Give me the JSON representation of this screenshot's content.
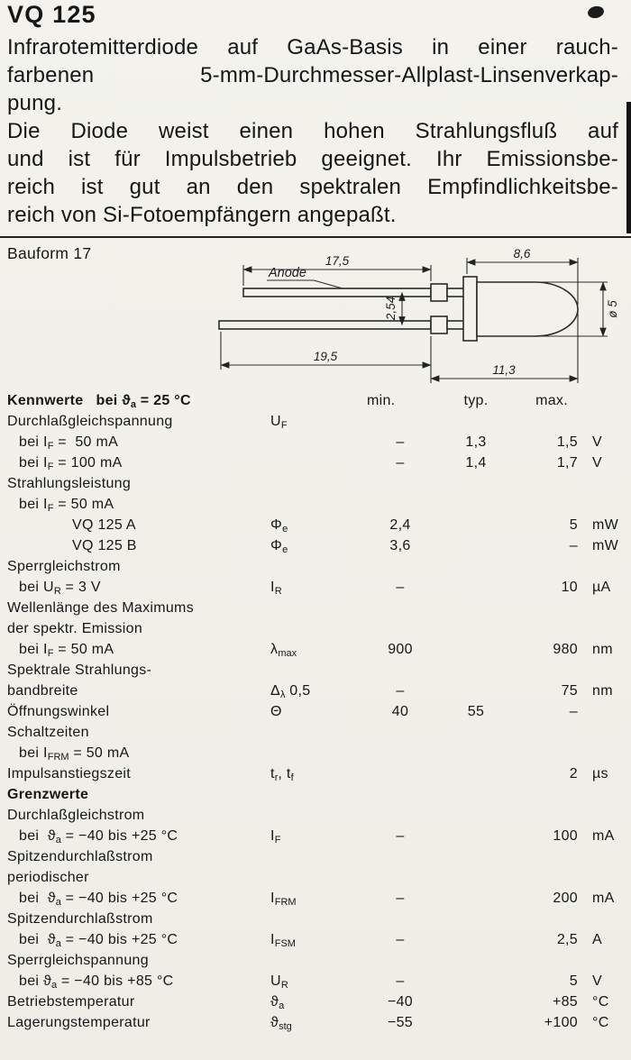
{
  "page": {
    "title": "VQ 125",
    "bauform_label": "Bauform 17"
  },
  "intro": {
    "p1_lines": [
      "Infrarotemitterdiode auf GaAs-Basis in einer rauch-",
      "farbenen 5-mm-Durchmesser-Allplast-Linsenverkap-",
      "pung."
    ],
    "p2_lines": [
      "Die Diode weist einen hohen Strahlungsfluß auf",
      "und ist für Impulsbetrieb geeignet. Ihr Emissionsbe-",
      "reich ist gut an den spektralen Empfindlichkeitsbe-",
      "reich von Si-Fotoempfängern angepaßt."
    ]
  },
  "drawing": {
    "anode": "Anode",
    "dim_top_left": "17,5",
    "dim_top_right": "8,6",
    "dim_pitch": "2,54",
    "dim_bottom_left": "19,5",
    "dim_bottom_right": "11,3",
    "dim_diameter": "ø 5"
  },
  "table": {
    "header": {
      "title": "Kennwerte",
      "condition": "bei ϑ~a~ = 25 °C",
      "min": "min.",
      "typ": "typ.",
      "max": "max."
    },
    "rows": [
      {
        "label": "Durchlaßgleichspannung",
        "sym": "U~F~"
      },
      {
        "label": "bei I~F~ =  50 mA",
        "indent": 1,
        "min": "–",
        "typ": "1,3",
        "max": "1,5",
        "unit": "V"
      },
      {
        "label": "bei I~F~ = 100 mA",
        "indent": 1,
        "min": "–",
        "typ": "1,4",
        "max": "1,7",
        "unit": "V"
      },
      {
        "label": "Strahlungsleistung"
      },
      {
        "label": "bei I~F~ = 50 mA",
        "indent": 1
      },
      {
        "label": "VQ 125 A",
        "indent": 2,
        "sym": "Φ~e~",
        "min": "2,4",
        "max": "5",
        "unit": "mW"
      },
      {
        "label": "VQ 125 B",
        "indent": 2,
        "sym": "Φ~e~",
        "min": "3,6",
        "max": "–",
        "unit": "mW"
      },
      {
        "label": "Sperrgleichstrom"
      },
      {
        "label": "bei U~R~ = 3 V",
        "indent": 1,
        "sym": "I~R~",
        "min": "–",
        "max": "10",
        "unit": "µA"
      },
      {
        "label": "Wellenlänge des Maximums"
      },
      {
        "label": "der spektr. Emission"
      },
      {
        "label": "bei I~F~ = 50 mA",
        "indent": 1,
        "sym": "λ~max~",
        "min": "900",
        "max": "980",
        "unit": "nm"
      },
      {
        "label": "Spektrale Strahlungs-"
      },
      {
        "label": "bandbreite",
        "sym": "Δ~λ~ 0,5",
        "min": "–",
        "max": "75",
        "unit": "nm"
      },
      {
        "label": "Öffnungswinkel",
        "sym": "Θ",
        "min": "40",
        "typ": "55",
        "max": "–"
      },
      {
        "label": "Schaltzeiten"
      },
      {
        "label": "bei I~FRM~ = 50 mA",
        "indent": 1
      },
      {
        "label": "Impulsanstiegszeit",
        "sym": "t~r~, t~f~",
        "max": "2",
        "unit": "µs"
      },
      {
        "label": "Grenzwerte",
        "bold": true
      },
      {
        "label": "Durchlaßgleichstrom"
      },
      {
        "label": "bei  ϑ~a~ = −40 bis +25 °C",
        "indent": 1,
        "sym": "I~F~",
        "min": "–",
        "max": "100",
        "unit": "mA"
      },
      {
        "label": "Spitzendurchlaßstrom"
      },
      {
        "label": "periodischer"
      },
      {
        "label": "bei  ϑ~a~ = −40 bis +25 °C",
        "indent": 1,
        "sym": "I~FRM~",
        "min": "–",
        "max": "200",
        "unit": "mA"
      },
      {
        "label": "Spitzendurchlaßstrom"
      },
      {
        "label": "bei  ϑ~a~ = −40 bis +25 °C",
        "indent": 1,
        "sym": "I~FSM~",
        "min": "–",
        "max": "2,5",
        "unit": "A"
      },
      {
        "label": "Sperrgleichspannung"
      },
      {
        "label": "bei ϑ~a~ = −40 bis +85 °C",
        "indent": 1,
        "sym": "U~R~",
        "min": "–",
        "max": "5",
        "unit": "V"
      },
      {
        "label": "Betriebstemperatur",
        "sym": "ϑ~a~",
        "min": "−40",
        "max": "+85",
        "unit": "°C"
      },
      {
        "label": "Lagerungstemperatur",
        "sym": "ϑ~stg~",
        "min": "−55",
        "max": "+100",
        "unit": "°C"
      }
    ]
  }
}
